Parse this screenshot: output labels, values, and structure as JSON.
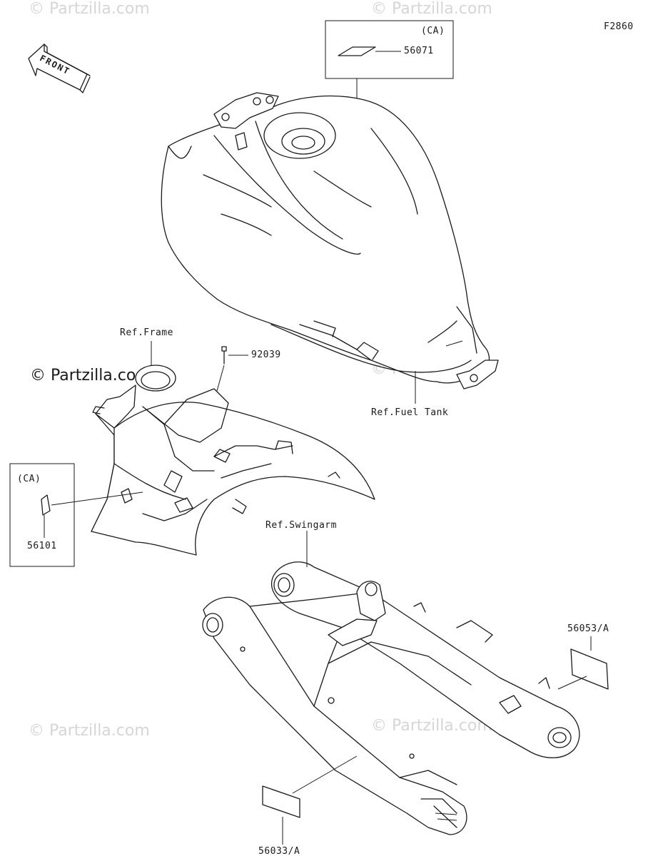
{
  "diagram": {
    "figure_code": "F2860",
    "front_arrow_text": "FRONT",
    "watermarks": {
      "main": "© Partzilla.com",
      "faint_1": "© Partzilla.com",
      "faint_2": "© Partzilla.com",
      "faint_3": "© Partzilla.com",
      "faint_4": "© Partzilla.com",
      "faint_5": "© Partzilla.com"
    },
    "parts": {
      "fuel_tank_label": {
        "box_note": "(CA)",
        "part_number": "56071"
      },
      "frame_label": {
        "box_note": "(CA)",
        "part_number": "56101"
      },
      "rivet": {
        "part_number": "92039"
      },
      "swingarm_label_right": {
        "part_number": "56053/A"
      },
      "swingarm_label_left": {
        "part_number": "56033/A"
      }
    },
    "references": {
      "frame": "Ref.Frame",
      "fuel_tank": "Ref.Fuel Tank",
      "swingarm": "Ref.Swingarm"
    }
  }
}
